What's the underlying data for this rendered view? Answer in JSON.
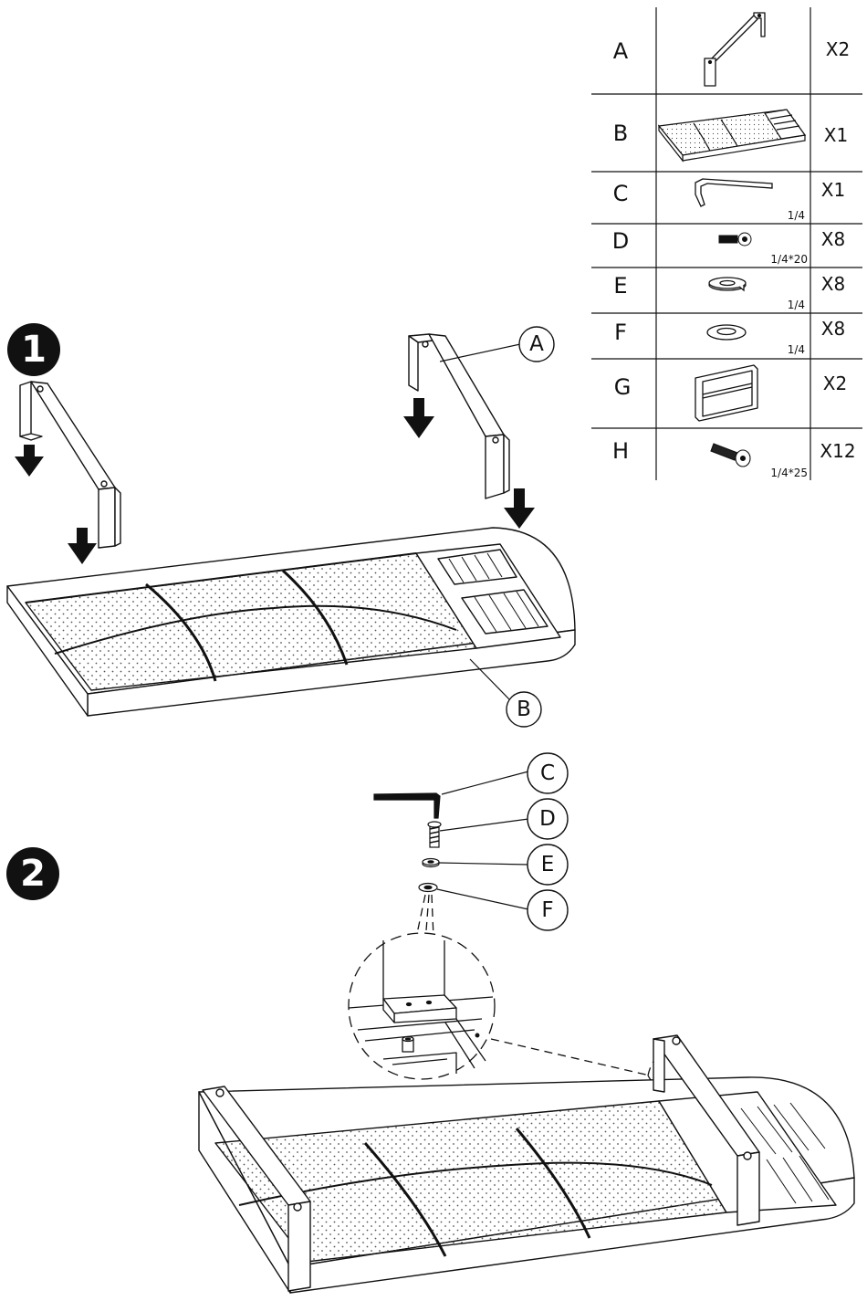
{
  "parts": [
    {
      "letter": "A",
      "qty": "X2",
      "size": ""
    },
    {
      "letter": "B",
      "qty": "X1",
      "size": ""
    },
    {
      "letter": "C",
      "qty": "X1",
      "size": "1/4"
    },
    {
      "letter": "D",
      "qty": "X8",
      "size": "1/4*20"
    },
    {
      "letter": "E",
      "qty": "X8",
      "size": "1/4"
    },
    {
      "letter": "F",
      "qty": "X8",
      "size": "1/4"
    },
    {
      "letter": "G",
      "qty": "X2",
      "size": ""
    },
    {
      "letter": "H",
      "qty": "X12",
      "size": "1/4*25"
    }
  ],
  "steps": [
    "1",
    "2"
  ],
  "callouts": {
    "step1": [
      "A",
      "B"
    ],
    "step2": [
      "C",
      "D",
      "E",
      "F"
    ]
  }
}
